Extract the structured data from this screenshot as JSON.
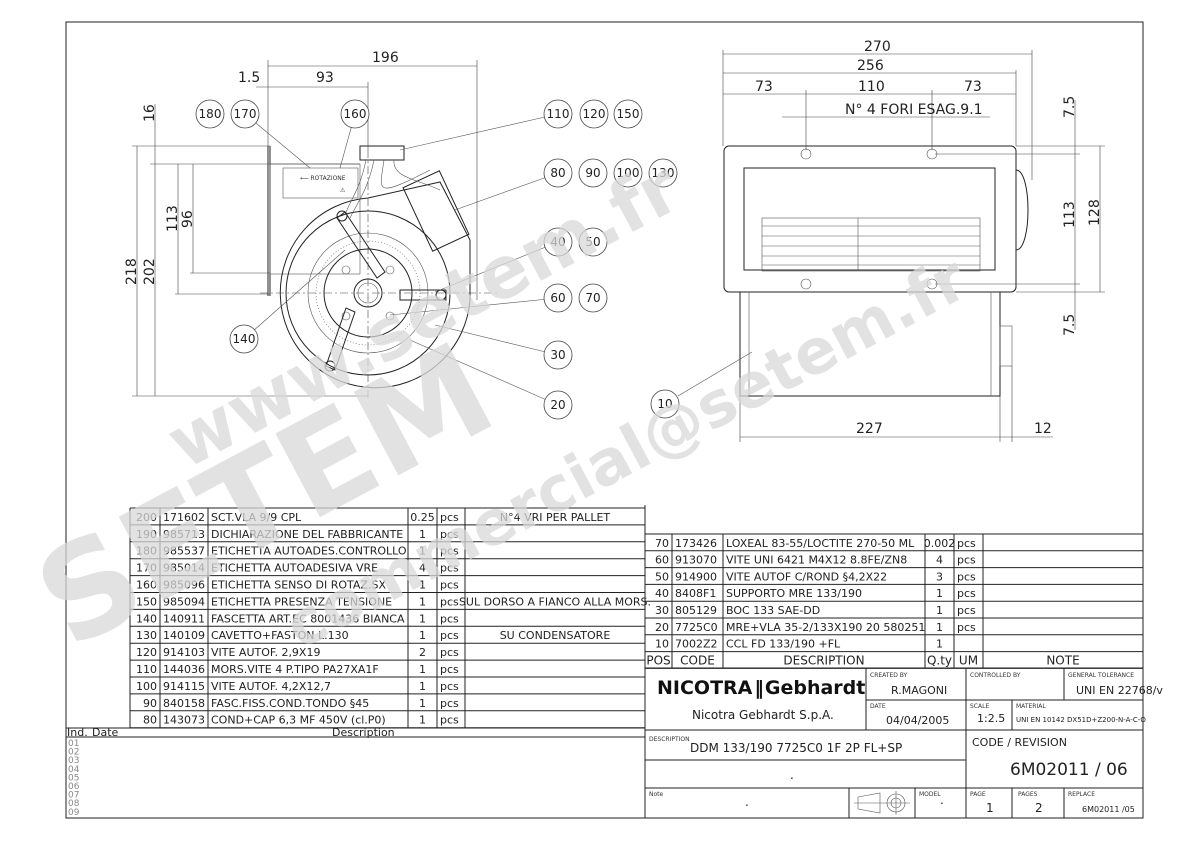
{
  "side_view": {
    "dimensions": {
      "d196": "196",
      "d93": "93",
      "d1_5": "1.5",
      "d16": "16",
      "d218": "218",
      "d202": "202",
      "d113": "113",
      "d96": "96"
    },
    "balloons": [
      "180",
      "170",
      "160",
      "110",
      "120",
      "150",
      "80",
      "90",
      "100",
      "130",
      "40",
      "50",
      "60",
      "70",
      "30",
      "20",
      "140"
    ]
  },
  "front_view": {
    "dimensions": {
      "d270": "270",
      "d256": "256",
      "d73a": "73",
      "d110": "110",
      "d73b": "73",
      "d7_5a": "7.5",
      "d7_5b": "7.5",
      "d113": "113",
      "d128": "128",
      "d227": "227",
      "d12": "12"
    },
    "holes_note": "N° 4 FORI ESAG.9.1",
    "balloons": [
      "10"
    ]
  },
  "parts_table_left": [
    {
      "pos": "200",
      "code": "171602",
      "description": "SCT.VLA 9/9 CPL",
      "qty": "0.25",
      "um": "pcs",
      "note": "N°4 VRI PER PALLET"
    },
    {
      "pos": "190",
      "code": "985713",
      "description": "DICHIARAZIONE DEL FABBRICANTE",
      "qty": "1",
      "um": "pcs",
      "note": ""
    },
    {
      "pos": "180",
      "code": "985537",
      "description": "ETICHETTA AUTOADES.CONTROLLO",
      "qty": "1",
      "um": "pcs",
      "note": ""
    },
    {
      "pos": "170",
      "code": "985014",
      "description": "ETICHETTA AUTOADESIVA VRE",
      "qty": "4",
      "um": "pcs",
      "note": ""
    },
    {
      "pos": "160",
      "code": "985096",
      "description": "ETICHETTA SENSO DI ROTAZ.SX",
      "qty": "1",
      "um": "pcs",
      "note": ""
    },
    {
      "pos": "150",
      "code": "985094",
      "description": "ETICHETTA PRESENZA TENSIONE",
      "qty": "1",
      "um": "pcs",
      "note": "SUL DORSO A FIANCO ALLA MORS."
    },
    {
      "pos": "140",
      "code": "140911",
      "description": "FASCETTA ART.EC 8001436 BIANCA",
      "qty": "1",
      "um": "pcs",
      "note": ""
    },
    {
      "pos": "130",
      "code": "140109",
      "description": "CAVETTO+FASTON L.130",
      "qty": "1",
      "um": "pcs",
      "note": "SU CONDENSATORE"
    },
    {
      "pos": "120",
      "code": "914103",
      "description": "VITE AUTOF. 2,9X19",
      "qty": "2",
      "um": "pcs",
      "note": ""
    },
    {
      "pos": "110",
      "code": "144036",
      "description": "MORS.VITE 4 P.TIPO PA27XA1F",
      "qty": "1",
      "um": "pcs",
      "note": ""
    },
    {
      "pos": "100",
      "code": "914115",
      "description": "VITE AUTOF. 4,2X12,7",
      "qty": "1",
      "um": "pcs",
      "note": ""
    },
    {
      "pos": "90",
      "code": "840158",
      "description": "FASC.FISS.COND.TONDO §45",
      "qty": "1",
      "um": "pcs",
      "note": ""
    },
    {
      "pos": "80",
      "code": "143073",
      "description": "COND+CAP 6,3 MF 450V (cl.P0)",
      "qty": "1",
      "um": "pcs",
      "note": ""
    }
  ],
  "parts_table_right": [
    {
      "pos": "70",
      "code": "173426",
      "description": "LOXEAL 83-55/LOCTITE 270-50 ML",
      "qty": "0.002",
      "um": "pcs",
      "note": ""
    },
    {
      "pos": "60",
      "code": "913070",
      "description": "VITE UNI 6421 M4X12 8.8FE/ZN8",
      "qty": "4",
      "um": "pcs",
      "note": ""
    },
    {
      "pos": "50",
      "code": "914900",
      "description": "VITE AUTOF C/ROND §4,2X22",
      "qty": "3",
      "um": "pcs",
      "note": ""
    },
    {
      "pos": "40",
      "code": "8408F1",
      "description": "SUPPORTO MRE 133/190",
      "qty": "1",
      "um": "pcs",
      "note": ""
    },
    {
      "pos": "30",
      "code": "805129",
      "description": "BOC 133 SAE-DD",
      "qty": "1",
      "um": "pcs",
      "note": ""
    },
    {
      "pos": "20",
      "code": "7725C0",
      "description": "MRE+VLA 35-2/133X190 20 580251",
      "qty": "1",
      "um": "pcs",
      "note": ""
    },
    {
      "pos": "10",
      "code": "7002Z2",
      "description": "CCL FD 133/190 +FL",
      "qty": "1",
      "um": "",
      "note": ""
    }
  ],
  "parts_table_header": {
    "pos": "POS",
    "code": "CODE",
    "description": "DESCRIPTION",
    "qty": "Q.ty",
    "um": "UM",
    "note": "NOTE"
  },
  "revisions": {
    "header": {
      "ind": "Ind.",
      "date": "Date",
      "description": "Description"
    },
    "rows": [
      "01",
      "02",
      "03",
      "04",
      "05",
      "06",
      "07",
      "08",
      "09"
    ]
  },
  "title_block": {
    "logo_left": "NICOTRA",
    "logo_right": "Gebhardt",
    "company": "Nicotra Gebhardt S.p.A.",
    "created_by_label": "CREATED BY",
    "created_by": "R.MAGONI",
    "controlled_by_label": "CONTROLLED BY",
    "controlled_by": "",
    "general_tolerance_label": "GENERAL TOLERANCE",
    "general_tolerance": "UNI EN 22768/v",
    "date_label": "DATE",
    "date": "04/04/2005",
    "scale_label": "SCALE",
    "scale": "1:2.5",
    "material_label": "MATERIAL",
    "material": "UNI EN 10142 DX51D+Z200-N-A-C-O",
    "description_label": "DESCRIPTION",
    "description": "DDM 133/190 7725C0 1F 2P FL+SP",
    "description_2": ".",
    "code_revision_label": "CODE / REVISION",
    "code_revision": "6M02011 / 06",
    "note_label": "Note",
    "note": ".",
    "model_label": "MODEL",
    "model": ".",
    "page_label": "PAGE",
    "page": "1",
    "pages_label": "PAGES",
    "pages": "2",
    "replace_label": "REPLACE",
    "replace": "6M02011 /05"
  },
  "watermark": [
    "www.setem.fr",
    "SETEM",
    "commercial@setem.fr"
  ]
}
